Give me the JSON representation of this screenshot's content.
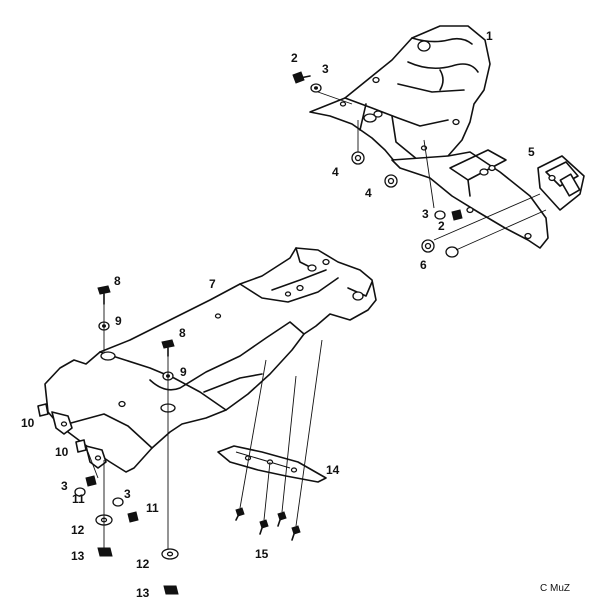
{
  "callouts": {
    "c1": "1",
    "c2a": "2",
    "c3a": "3",
    "c4a": "4",
    "c4b": "4",
    "c5": "5",
    "c3b": "3",
    "c2b": "2",
    "c6": "6",
    "c7": "7",
    "c8a": "8",
    "c9a": "9",
    "c8b": "8",
    "c9b": "9",
    "c10a": "10",
    "c10b": "10",
    "c11a": "11",
    "c3c": "3",
    "c3d": "3",
    "c11b": "11",
    "c12a": "12",
    "c13a": "13",
    "c12b": "12",
    "c13b": "13",
    "c14": "14",
    "c15": "15"
  },
  "credit": "C MuZ"
}
